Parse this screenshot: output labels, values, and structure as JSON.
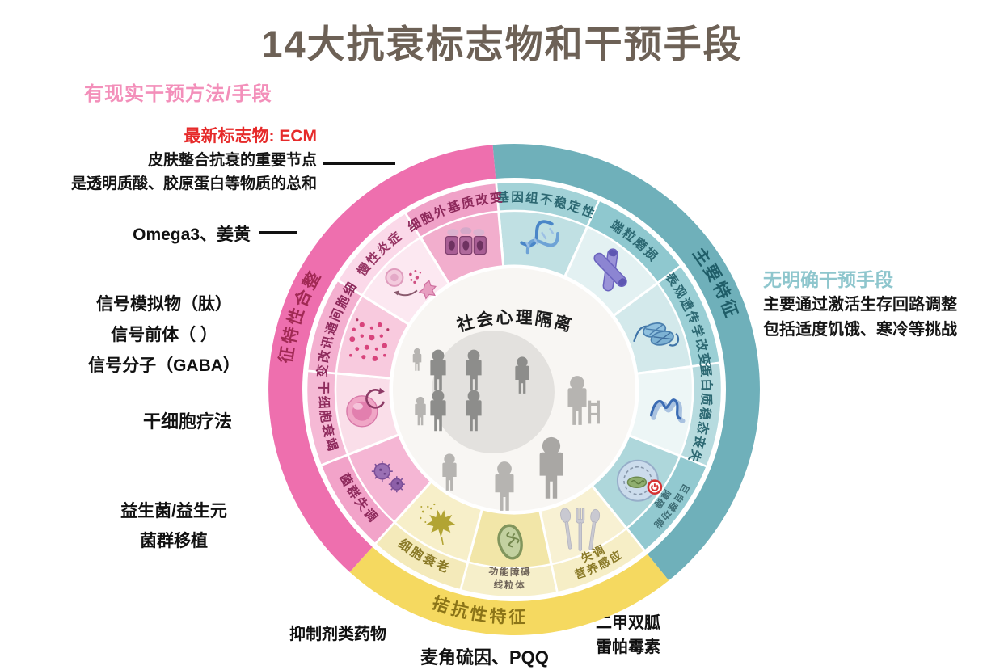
{
  "title": "14大抗衰标志物和干预手段",
  "colors": {
    "title_text": "#6d6156",
    "pink_heading": "#f38fba",
    "red_accent": "#e62a2a",
    "teal_heading": "#8ec6cd",
    "band_pink": "#ee6fae",
    "band_teal": "#6fb0ba",
    "band_yellow": "#f5d960"
  },
  "annotations": {
    "left_heading": "有现实干预方法/手段",
    "ecm": {
      "title": "最新标志物: ECM",
      "line1": "皮肤整合抗衰的重要节点",
      "line2": "是透明质酸、胶原蛋白等物质的总和"
    },
    "omega": "Omega3、姜黄",
    "signals": {
      "line1": "信号模拟物（肽）",
      "line2": "信号前体（ ）",
      "line3": "信号分子（GABA）"
    },
    "stem_cell_therapy": "干细胞疗法",
    "probiotics": {
      "line1": "益生菌/益生元",
      "line2": "菌群移植"
    },
    "inhibitors": "抑制剂类药物",
    "ergothioneine_pqq": "麦角硫因、PQQ",
    "metformin_rapamycin": {
      "line1": "二甲双胍",
      "line2": "雷帕霉素"
    },
    "right_heading": "无明确干预手段",
    "right_line1": "主要通过激活生存回路调整",
    "right_line2": "包括适度饥饿、寒冷等挑战"
  },
  "wheel": {
    "center_label": "社会心理隔离",
    "arcs": [
      {
        "name": "primary-hallmarks",
        "label": "主要特征",
        "color": "#6fb0ba",
        "text_color": "#1f5d68",
        "a0": -5,
        "a1": 141
      },
      {
        "name": "antagonistic-hallmarks",
        "label": "拮抗性特征",
        "color": "#f5d960",
        "text_color": "#8b7418",
        "a0": 141,
        "a1": 222
      },
      {
        "name": "integrative-hallmarks",
        "label": "整合性特征",
        "color": "#ee6fae",
        "text_color": "#a12954",
        "a0": 222,
        "a1": 355
      }
    ],
    "segments": [
      {
        "name": "genomic-instability",
        "label": "基因组不稳定性",
        "icon": "dna",
        "band": "#a2d2d7",
        "fill": "#c0e0e3",
        "text": "#2c6872"
      },
      {
        "name": "telomere-attrition",
        "label": "端粒磨损",
        "icon": "chromosome",
        "band": "#8fc8cf",
        "fill": "#e3f1f2",
        "text": "#2c6872"
      },
      {
        "name": "epigenetic-alterations",
        "label": "表观遗传学改变",
        "icon": "nucleosome",
        "band": "#9bcfd5",
        "fill": "#d3e9eb",
        "text": "#2c6872"
      },
      {
        "name": "loss-of-proteostasis",
        "label": "蛋白质稳态丧失",
        "icon": "protein",
        "band": "#b7dbdf",
        "fill": "#edf6f6",
        "text": "#2c6872"
      },
      {
        "name": "macroautophagy-disability",
        "label": [
          "巨自噬功能",
          "障碍"
        ],
        "icon": "autophagy",
        "band": "#92c9d0",
        "fill": "#aed7db",
        "text": "#3f6d75",
        "small": true
      },
      {
        "name": "deregulated-nutrient-sensing",
        "label": [
          "营养感应",
          "失调"
        ],
        "icon": "cutlery",
        "band": "#f6eec6",
        "fill": "#f8f1d3",
        "text": "#8a7a28"
      },
      {
        "name": "mitochondrial-dysfunction",
        "label": [
          "线粒体",
          "功能障碍"
        ],
        "icon": "mito",
        "band": "#f6efca",
        "fill": "#f2e6a8",
        "text": "#6e6358",
        "small": true
      },
      {
        "name": "cellular-senescence",
        "label": "细胞衰老",
        "icon": "leaf",
        "band": "#f4eaba",
        "fill": "#f7efc9",
        "text": "#8a7a28"
      },
      {
        "name": "dysbiosis",
        "label": "菌群失调",
        "icon": "microbes",
        "band": "#f2a3c9",
        "fill": "#f5b6d4",
        "text": "#8e2a5c"
      },
      {
        "name": "stem-cell-exhaustion",
        "label": "干细胞衰竭",
        "icon": "stemcell",
        "band": "#f5b9d5",
        "fill": "#fadee9",
        "text": "#8e2a5c"
      },
      {
        "name": "altered-intercellular-communication",
        "label": "细胞间通讯改变",
        "icon": "dots",
        "band": "#f4b0d0",
        "fill": "#f8cade",
        "text": "#8e2a5c"
      },
      {
        "name": "chronic-inflammation",
        "label": "慢性炎症",
        "icon": "inflam",
        "band": "#fbd9e9",
        "fill": "#fce8f1",
        "text": "#963463"
      },
      {
        "name": "extracellular-matrix-alteration",
        "label": "细胞外基质改变",
        "icon": "ecmcells",
        "band": "#f0a2c8",
        "fill": "#f2aecd",
        "text": "#8e2a5c"
      }
    ]
  }
}
